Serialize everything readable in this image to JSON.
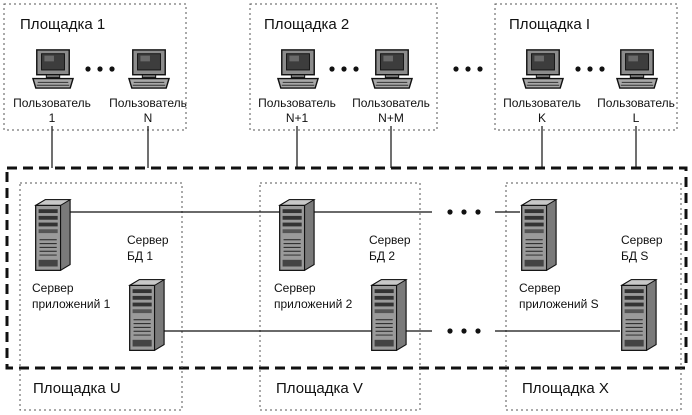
{
  "top_sites": [
    {
      "title": "Площадка 1",
      "users": [
        {
          "label": "Пользователь",
          "index": "1"
        },
        {
          "label": "Пользователь",
          "index": "N"
        }
      ]
    },
    {
      "title": "Площадка 2",
      "users": [
        {
          "label": "Пользователь",
          "index": "N+1"
        },
        {
          "label": "Пользователь",
          "index": "N+M"
        }
      ]
    },
    {
      "title": "Площадка I",
      "users": [
        {
          "label": "Пользователь",
          "index": "K"
        },
        {
          "label": "Пользователь",
          "index": "L"
        }
      ]
    }
  ],
  "bottom_sites": [
    {
      "title": "Площадка U",
      "app_server": [
        "Сервер",
        "приложений 1"
      ],
      "db_server": [
        "Сервер",
        "БД 1"
      ]
    },
    {
      "title": "Площадка V",
      "app_server": [
        "Сервер",
        "приложений 2"
      ],
      "db_server": [
        "Сервер",
        "БД 2"
      ]
    },
    {
      "title": "Площадка X",
      "app_server": [
        "Сервер",
        "приложений S"
      ],
      "db_server": [
        "Сервер",
        "БД S"
      ]
    }
  ],
  "colors": {
    "line": "#111111",
    "dotted_border": "#555555",
    "server_body": "#9a9a9a",
    "monitor_body": "#8c8c8c",
    "screen": "#3d3d3d"
  },
  "icons": {
    "user_station": "desktop-computer-icon",
    "server": "tower-server-icon",
    "ellipsis": "dots-ellipsis-icon"
  }
}
